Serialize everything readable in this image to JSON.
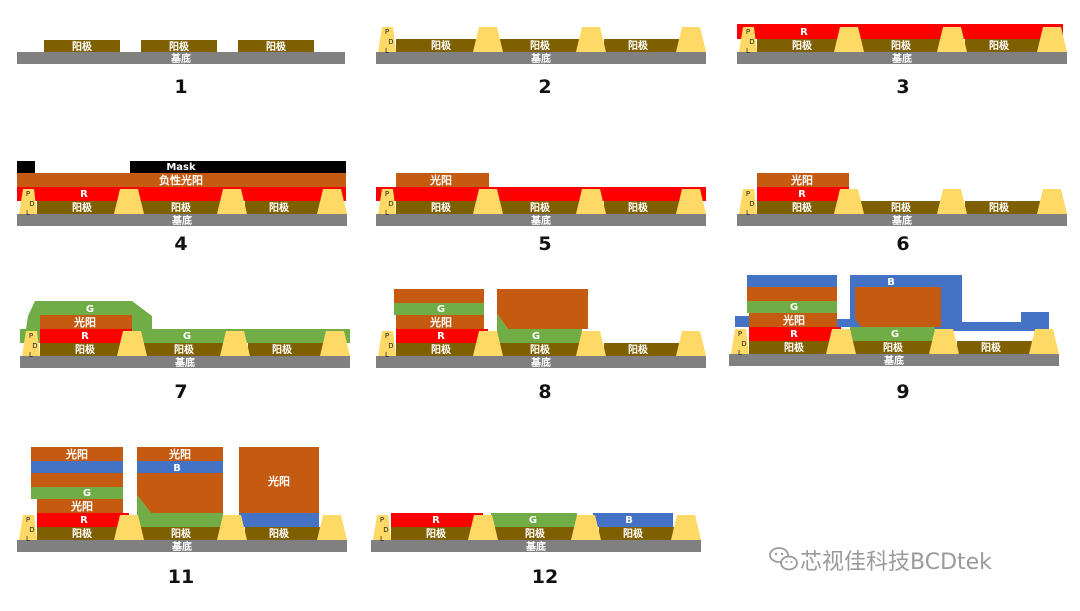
{
  "colors": {
    "substrate": "#808080",
    "anode": "#7f6000",
    "pdl": "#ffd966",
    "red": "#ff0000",
    "green": "#70ad47",
    "blue": "#4472c4",
    "photoresist": "#c55a11",
    "mask": "#000000",
    "watermark": "#9a9a9a"
  },
  "labels": {
    "substrate": "基底",
    "anode": "阳极",
    "pdl_p": "P",
    "pdl_d": "D",
    "pdl_l": "L",
    "red": "R",
    "green": "G",
    "blue": "B",
    "photoresist": "光阳",
    "neg_photoresist": "负性光阳",
    "mask": "Mask"
  },
  "steps": [
    "1",
    "2",
    "3",
    "4",
    "5",
    "6",
    "7",
    "8",
    "9",
    "11",
    "12"
  ],
  "watermark": {
    "icon": "wechat-icon",
    "text": "芯视佳科技BCDtek"
  }
}
